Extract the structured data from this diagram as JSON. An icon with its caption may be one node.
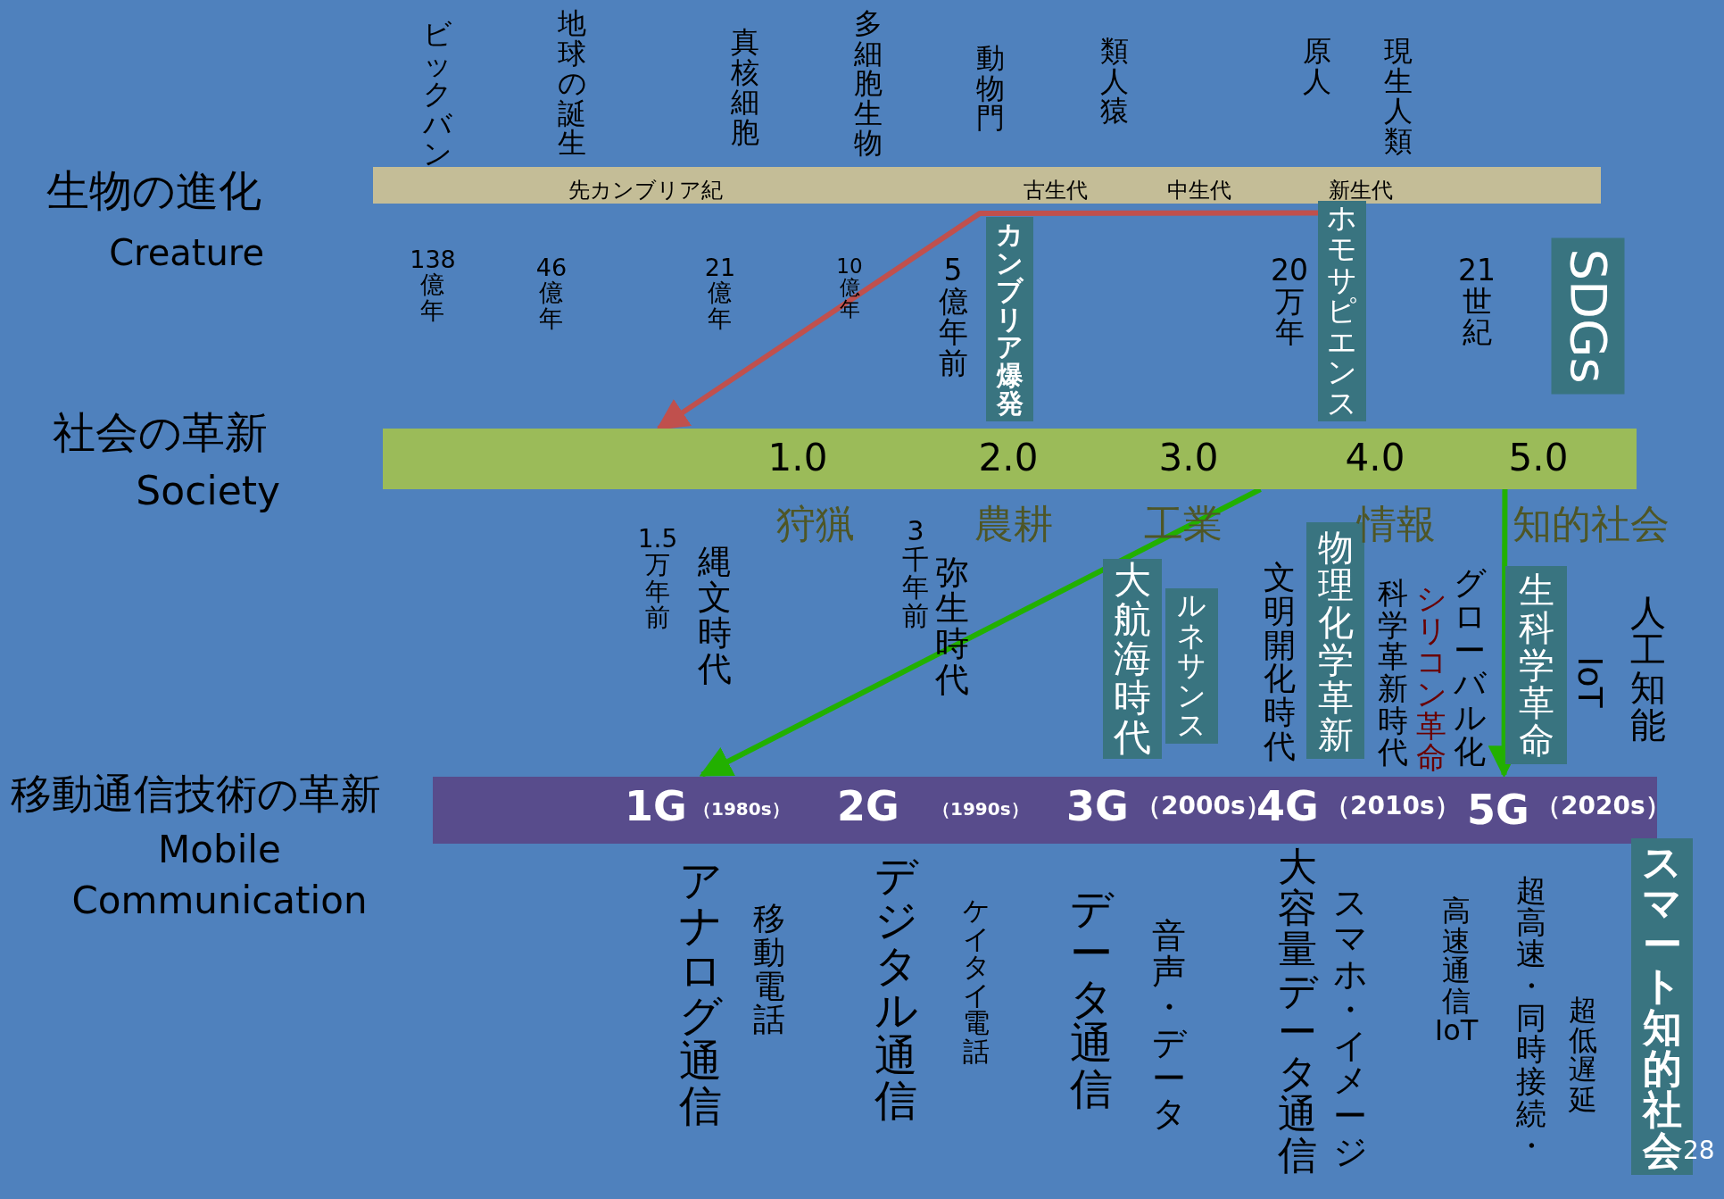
{
  "diagram": {
    "nodes": [
      {
        "text": [
          "先カンブリア紀",
          "古生代",
          "中生代",
          "新生代"
        ]
      },
      {
        "text": [
          "カンブリア爆発"
        ]
      },
      {
        "text": [
          "ホモサピエンス"
        ]
      },
      {
        "text": [
          "SDGs"
        ]
      },
      {
        "text": [
          "1.0",
          "2.0",
          "3.0",
          "4.0",
          "5.0"
        ]
      },
      {
        "text": [
          "大航海時代"
        ]
      },
      {
        "text": [
          "ルネサンス"
        ]
      },
      {
        "text": [
          "物理化学革新"
        ]
      },
      {
        "text": [
          "生科学革命"
        ]
      },
      {
        "text": [
          "1G",
          "（1980s）",
          "2G",
          "（1990s）",
          "3G",
          "（2000s）",
          "4G",
          "（2010s）",
          "5G",
          "（2020s）"
        ]
      },
      {
        "text": [
          "スマート知的社会"
        ]
      }
    ],
    "edges": [
      {
        "from": 2,
        "to": 4,
        "arrow": "to",
        "color": "#c0504d"
      },
      {
        "from": 4,
        "to": 9,
        "arrow": "to",
        "color": "#22b000"
      },
      {
        "from": 4,
        "to": 9,
        "arrow": "to",
        "color": "#22b000"
      }
    ],
    "labels": [
      "ビックバン",
      "地球の誕生",
      "真核細胞",
      "多細胞生物",
      "動物門",
      "類人猿",
      "原人",
      "現生人類",
      "生物の進化",
      "Creature",
      "138億年",
      "46億年",
      "21億年",
      "10億年",
      "5億年前",
      "20万年",
      "21世紀",
      "社会の革新",
      "Society",
      "狩猟",
      "農耕",
      "工業",
      "情報",
      "知的社会",
      "1.5万年前",
      "縄文時代",
      "3千年前",
      "弥生時代",
      "文明開化時代",
      "科学革新時代",
      "シリコン革命",
      "グローバル化",
      "IoT",
      "人工知能",
      "移動通信技術の革新",
      "Mobile Communication",
      "アナログ通信",
      "移動電話",
      "デジタル通信",
      "ケイタイ電話",
      "データ通信",
      "音声・データ",
      "大容量データ通信",
      "スマホ・イメージ",
      "高速通信 IoT",
      "超高速・同時接続・",
      "超低遅延",
      "28"
    ]
  }
}
